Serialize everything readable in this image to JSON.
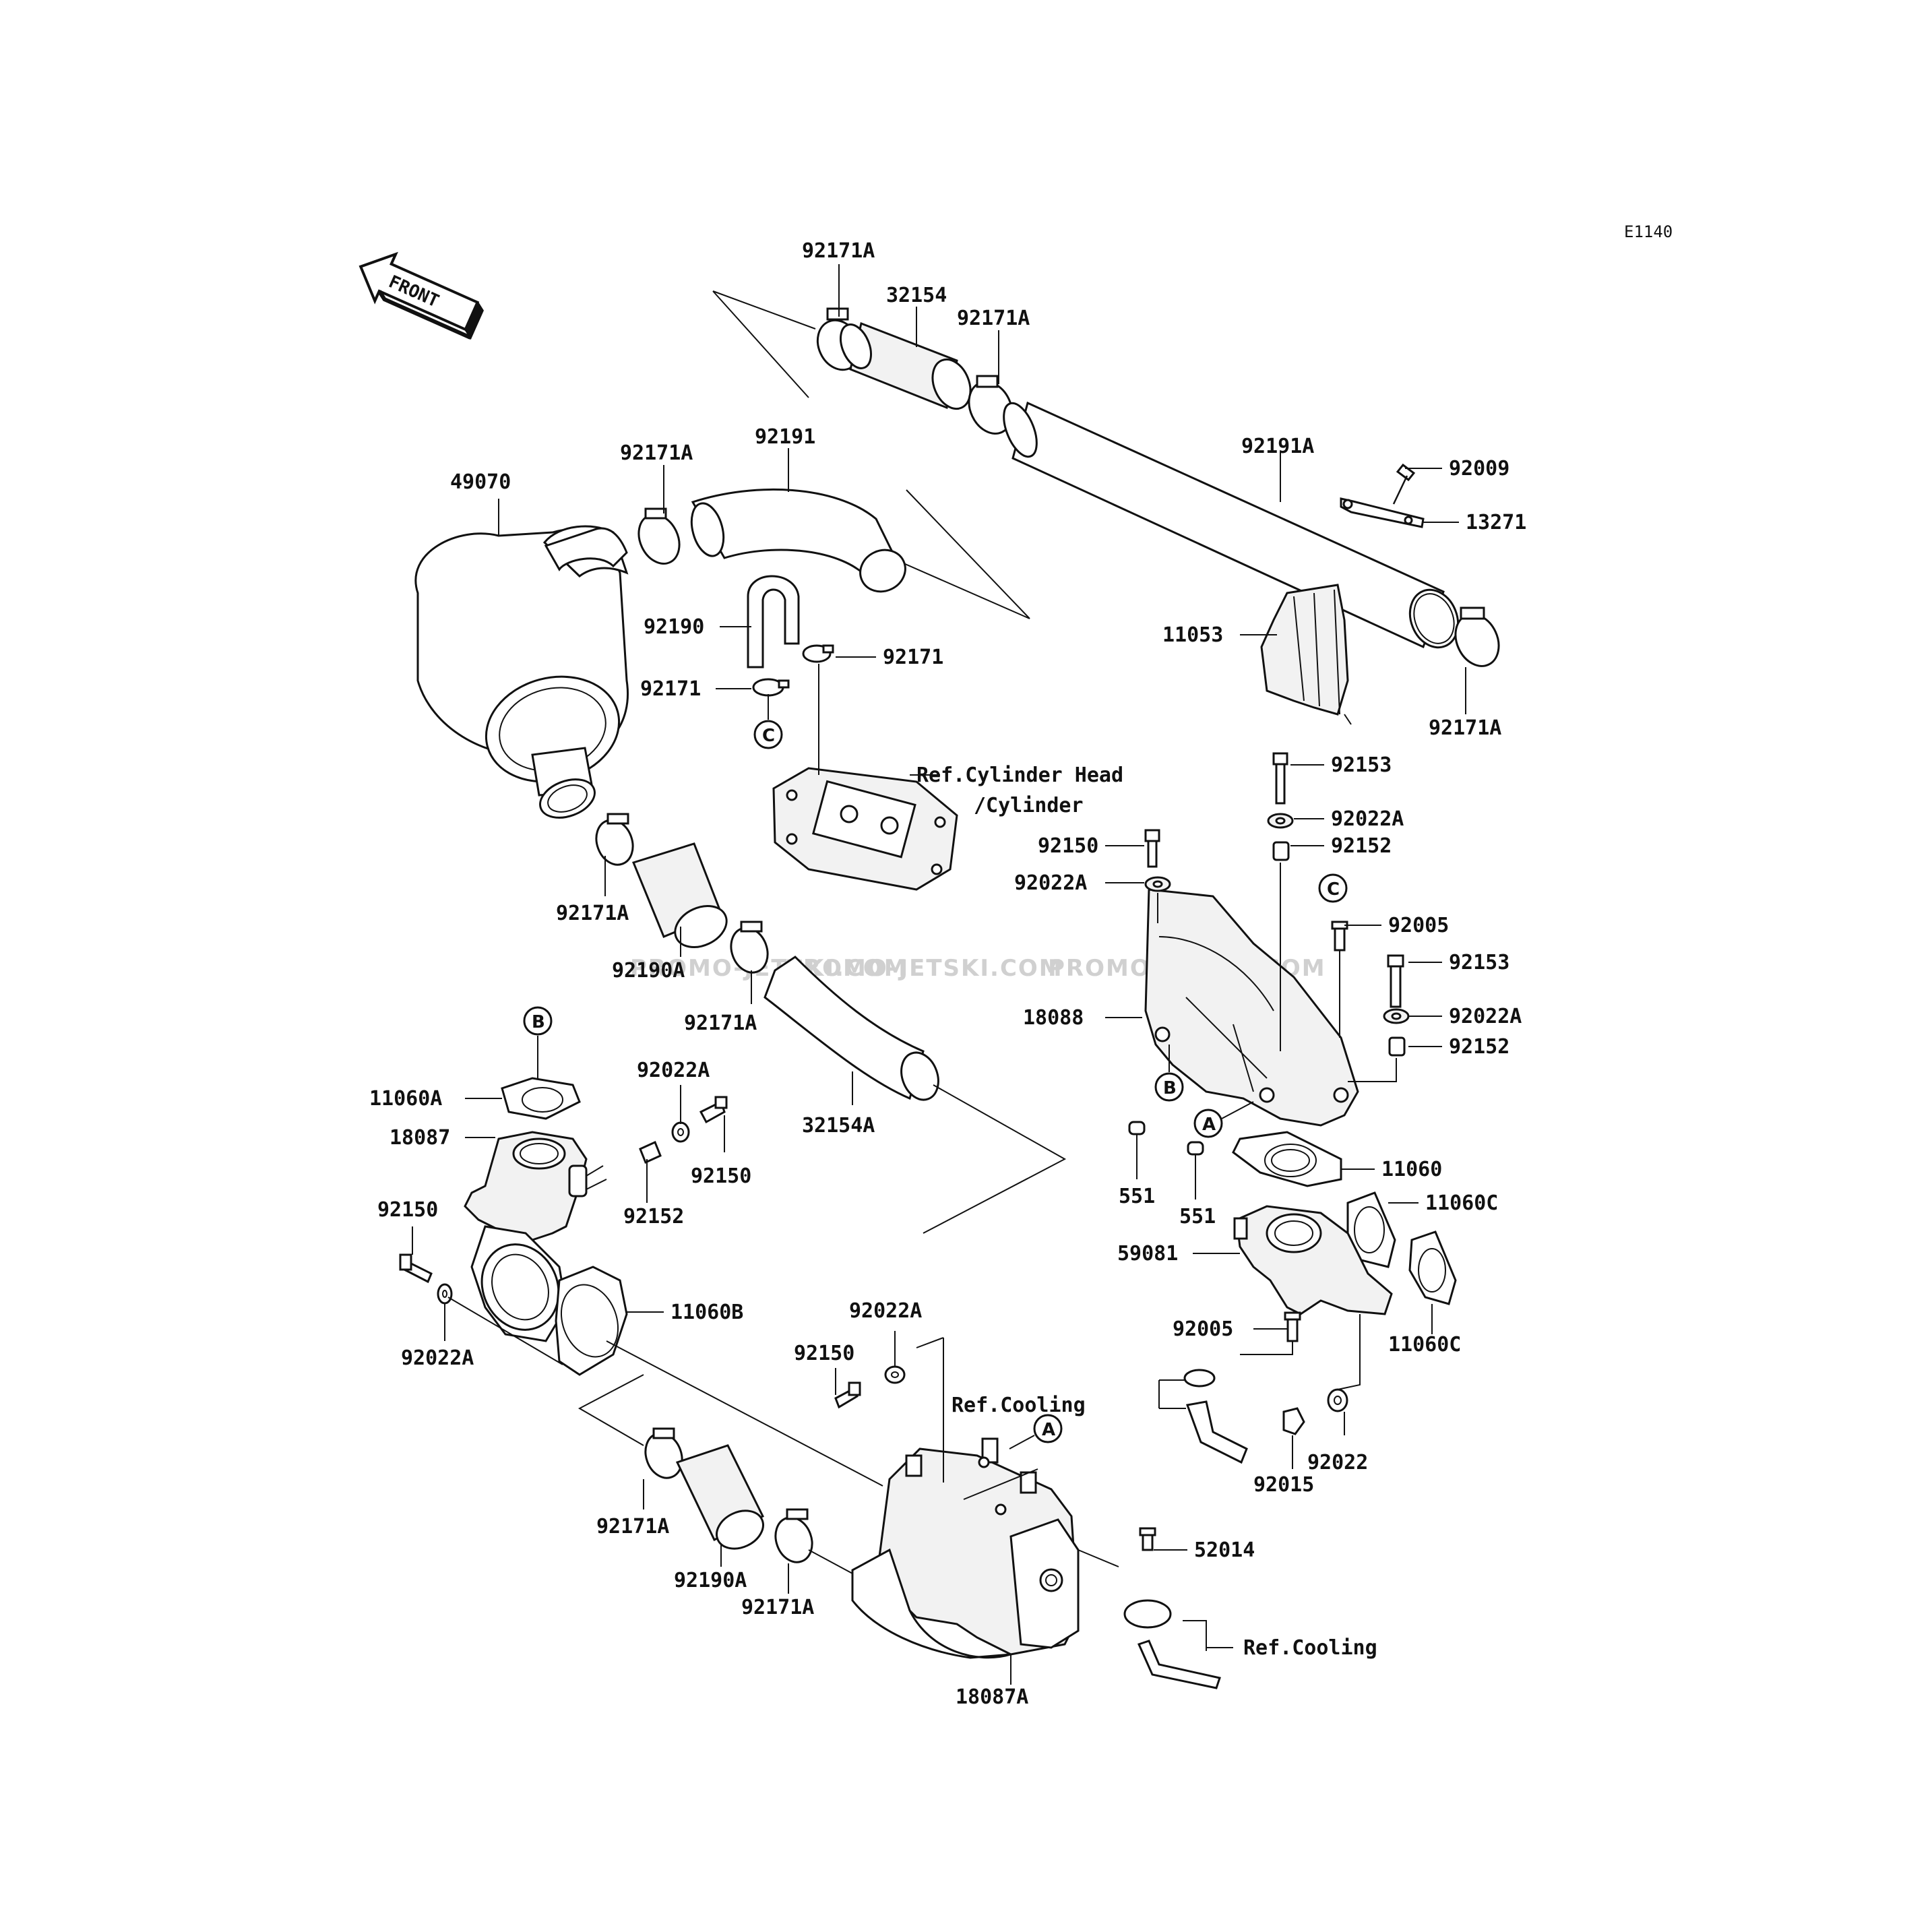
{
  "diagram_id": "E1140",
  "direction_label": "FRONT",
  "watermarks": [
    "PROMO-JETSKI.COM",
    "PROMO-JETSKI.COM",
    "PROMO-JETSKI.COM"
  ],
  "refs": {
    "cylinder_head_line1": "Ref.Cylinder Head",
    "cylinder_head_line2": "/Cylinder",
    "cooling_1": "Ref.Cooling",
    "cooling_2": "Ref.Cooling"
  },
  "markers": {
    "C_upper": "C",
    "C_right": "C",
    "B_left": "B",
    "B_right": "B",
    "A_right": "A",
    "A_lower": "A"
  },
  "parts": {
    "p92171A_top": "92171A",
    "p32154": "32154",
    "p92171A_top2": "92171A",
    "p92191": "92191",
    "p92171A_left": "92171A",
    "p49070": "49070",
    "p92191A": "92191A",
    "p92009": "92009",
    "p13271": "13271",
    "p11053": "11053",
    "p92171A_right": "92171A",
    "p92190": "92190",
    "p92171_a": "92171",
    "p92171_b": "92171",
    "p92153_a": "92153",
    "p92022A_a": "92022A",
    "p92152_a": "92152",
    "p92150_a": "92150",
    "p92022A_b": "92022A",
    "p92171A_mid": "92171A",
    "p92190A_mid": "92190A",
    "p92005_a": "92005",
    "p92153_b": "92153",
    "p92022A_c": "92022A",
    "p92152_b": "92152",
    "p92171A_mid2": "92171A",
    "p18088": "18088",
    "p11060A": "11060A",
    "p92022A_d": "92022A",
    "p18087": "18087",
    "p32154A": "32154A",
    "p92150_b": "92150",
    "p92152_c": "92152",
    "p551_a": "551",
    "p551_b": "551",
    "p11060": "11060",
    "p11060C_a": "11060C",
    "p92150_c": "92150",
    "p59081": "59081",
    "p11060B": "11060B",
    "p92022A_e": "92022A",
    "p92022A_f": "92022A",
    "p92150_d": "92150",
    "p92005_b": "92005",
    "p11060C_b": "11060C",
    "p92022": "92022",
    "p92015": "92015",
    "p92171A_bl": "92171A",
    "p52014": "52014",
    "p92190A_b": "92190A",
    "p92171A_b2": "92171A",
    "p18087A": "18087A"
  }
}
